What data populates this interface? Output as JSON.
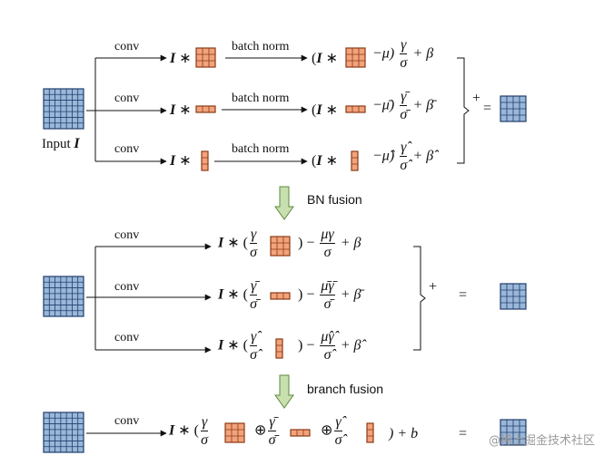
{
  "labels": {
    "conv": "conv",
    "batch_norm": "batch norm",
    "input": "Input",
    "input_symbol": "I",
    "bn_fusion": "BN fusion",
    "branch_fusion": "branch fusion",
    "plus": "+",
    "equals": "="
  },
  "math": {
    "I_times": "I ∗",
    "I_times_paren": "I ∗ (",
    "open_I": "(I ∗",
    "minus_mu": "−μ)",
    "minus_mu_bar": "−μ̄)",
    "minus_mu_hat": "−μ̂)",
    "gamma": "γ",
    "gamma_bar": "γ̄",
    "gamma_hat": "γ̂",
    "sigma": "σ",
    "sigma_bar": "σ̄",
    "sigma_hat": "σ̂",
    "plus_beta": "+ β",
    "plus_beta_bar": "+ β̄",
    "plus_beta_hat": "+ β̂",
    "close_minus": ") −",
    "mu_gamma": "μγ",
    "mu_gamma_bar": "μ̄γ̄",
    "mu_gamma_hat": "μ̂γ̂",
    "oplus": "⊕",
    "close_plus_b": ") + b"
  },
  "colors": {
    "blue_fill": "#9ab7d9",
    "blue_line": "#1f3d6b",
    "orange_fill": "#f3a37c",
    "orange_line": "#8a3a14",
    "arrow_fill": "#c8dfb0",
    "arrow_line": "#5d8a3a"
  },
  "watermark": "@稀土掘金技术社区"
}
